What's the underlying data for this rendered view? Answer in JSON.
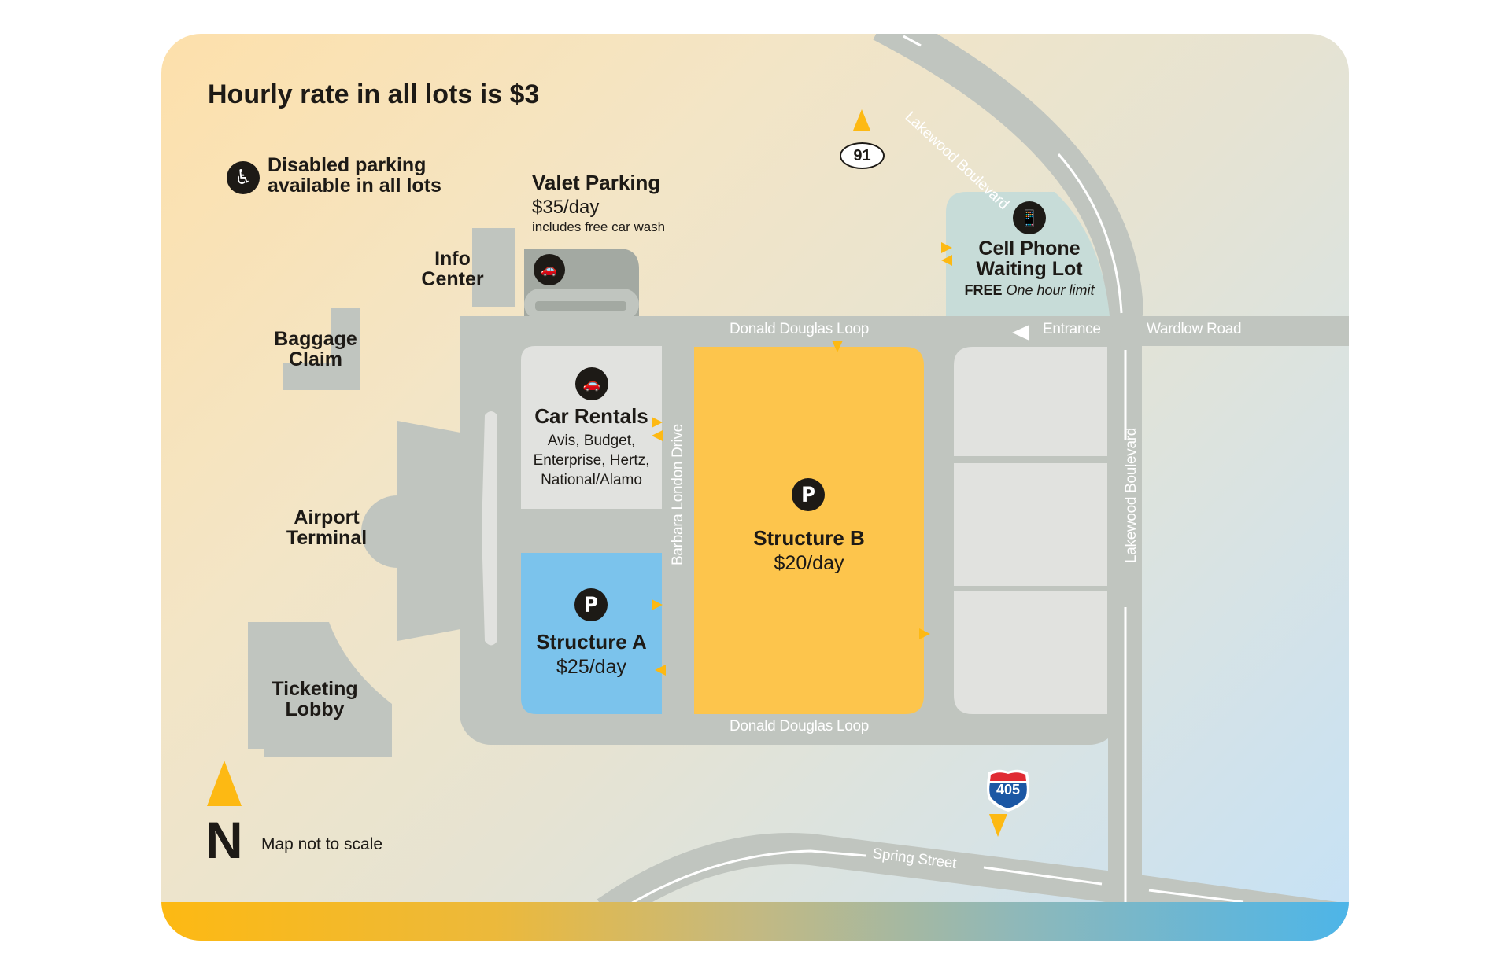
{
  "title": "Hourly rate in all lots is $3",
  "disabled_note": {
    "icon": "wheelchair-icon",
    "line1": "Disabled parking",
    "line2": "available in all lots"
  },
  "valet": {
    "title": "Valet Parking",
    "price": "$35/day",
    "note": "includes free car wash",
    "icon": "valet-icon"
  },
  "buildings": {
    "info_center": [
      "Info",
      "Center"
    ],
    "baggage_claim": [
      "Baggage",
      "Claim"
    ],
    "airport_terminal": [
      "Airport",
      "Terminal"
    ],
    "ticketing_lobby": [
      "Ticketing",
      "Lobby"
    ]
  },
  "car_rentals": {
    "icon": "car-rental-key-icon",
    "title": "Car Rentals",
    "companies": [
      "Avis, Budget,",
      "Enterprise, Hertz,",
      "National/Alamo"
    ]
  },
  "structure_a": {
    "icon": "P",
    "name": "Structure A",
    "price": "$25/day",
    "color": "#7bc3ec"
  },
  "structure_b": {
    "icon": "P",
    "name": "Structure B",
    "price": "$20/day",
    "color": "#fdc54c"
  },
  "cell_phone_lot": {
    "icon": "cell-phone-icon",
    "line1": "Cell Phone",
    "line2": "Waiting Lot",
    "free": "FREE",
    "limit": "One hour limit"
  },
  "roads": {
    "donald_douglas_top": "Donald Douglas Loop",
    "donald_douglas_bottom": "Donald Douglas Loop",
    "entrance": "Entrance",
    "wardlow": "Wardlow Road",
    "lakewood_curve": "Lakewood Boulevard",
    "lakewood_vertical": "Lakewood Boulevard",
    "barbara_london": "Barbara London Drive",
    "spring_street": "Spring Street"
  },
  "highways": {
    "route_91": "91",
    "interstate_405": "405"
  },
  "legend": {
    "north": "N",
    "scale_note": "Map not to scale"
  },
  "colors": {
    "road": "#c0c5bf",
    "block": "#e1e2df",
    "arrow": "#fdb913",
    "cell_lot": "#c7dcd8",
    "valet": "#a3a9a2"
  }
}
